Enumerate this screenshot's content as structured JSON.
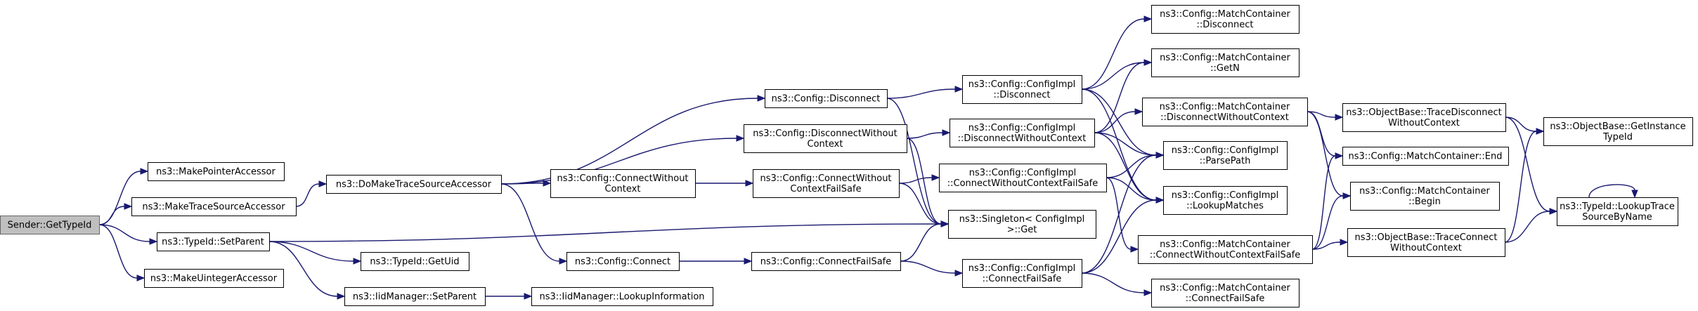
{
  "nodes": [
    {
      "id": "n0",
      "lines": [
        "Sender::GetTypeId"
      ],
      "root": true
    },
    {
      "id": "n1",
      "lines": [
        "ns3::MakePointerAccessor"
      ]
    },
    {
      "id": "n2",
      "lines": [
        "ns3::MakeTraceSourceAccessor"
      ]
    },
    {
      "id": "n3",
      "lines": [
        "ns3::TypeId::SetParent"
      ]
    },
    {
      "id": "n4",
      "lines": [
        "ns3::MakeUintegerAccessor"
      ]
    },
    {
      "id": "n5",
      "lines": [
        "ns3::DoMakeTraceSourceAccessor"
      ]
    },
    {
      "id": "n6",
      "lines": [
        "ns3::Config::ConnectWithout",
        "Context"
      ]
    },
    {
      "id": "n7",
      "lines": [
        "ns3::Config::Connect"
      ]
    },
    {
      "id": "n8",
      "lines": [
        "ns3::TypeId::GetUid"
      ]
    },
    {
      "id": "n9",
      "lines": [
        "ns3::IidManager::SetParent"
      ]
    },
    {
      "id": "n10",
      "lines": [
        "ns3::IidManager::LookupInformation"
      ]
    },
    {
      "id": "n11",
      "lines": [
        "ns3::Config::Disconnect"
      ]
    },
    {
      "id": "n12",
      "lines": [
        "ns3::Config::DisconnectWithout",
        "Context"
      ]
    },
    {
      "id": "n13",
      "lines": [
        "ns3::Config::ConnectWithout",
        "ContextFailSafe"
      ]
    },
    {
      "id": "n14",
      "lines": [
        "ns3::Config::ConnectFailSafe"
      ]
    },
    {
      "id": "n15",
      "lines": [
        "ns3::Config::ConfigImpl",
        "::Disconnect"
      ]
    },
    {
      "id": "n16",
      "lines": [
        "ns3::Config::ConfigImpl",
        "::DisconnectWithoutContext"
      ]
    },
    {
      "id": "n17",
      "lines": [
        "ns3::Config::ConfigImpl",
        "::ConnectWithoutContextFailSafe"
      ]
    },
    {
      "id": "n18",
      "lines": [
        "ns3::Singleton< ConfigImpl",
        " >::Get"
      ]
    },
    {
      "id": "n19",
      "lines": [
        "ns3::Config::ConfigImpl",
        "::ConnectFailSafe"
      ]
    },
    {
      "id": "n20",
      "lines": [
        "ns3::Config::MatchContainer",
        "::Disconnect"
      ]
    },
    {
      "id": "n21",
      "lines": [
        "ns3::Config::MatchContainer",
        "::GetN"
      ]
    },
    {
      "id": "n22",
      "lines": [
        "ns3::Config::MatchContainer",
        "::DisconnectWithoutContext"
      ]
    },
    {
      "id": "n23",
      "lines": [
        "ns3::Config::ConfigImpl",
        "::ParsePath"
      ]
    },
    {
      "id": "n24",
      "lines": [
        "ns3::Config::ConfigImpl",
        "::LookupMatches"
      ]
    },
    {
      "id": "n25",
      "lines": [
        "ns3::Config::MatchContainer",
        "::ConnectWithoutContextFailSafe"
      ]
    },
    {
      "id": "n26",
      "lines": [
        "ns3::Config::MatchContainer",
        "::ConnectFailSafe"
      ]
    },
    {
      "id": "n27",
      "lines": [
        "ns3::ObjectBase::TraceDisconnect",
        "WithoutContext"
      ]
    },
    {
      "id": "n28",
      "lines": [
        "ns3::Config::MatchContainer::End"
      ]
    },
    {
      "id": "n29",
      "lines": [
        "ns3::Config::MatchContainer",
        "::Begin"
      ]
    },
    {
      "id": "n30",
      "lines": [
        "ns3::ObjectBase::TraceConnect",
        "WithoutContext"
      ]
    },
    {
      "id": "n31",
      "lines": [
        "ns3::ObjectBase::GetInstance",
        "TypeId"
      ]
    },
    {
      "id": "n32",
      "lines": [
        "ns3::TypeId::LookupTrace",
        "SourceByName"
      ]
    }
  ],
  "edges": [
    [
      "n0",
      "n1"
    ],
    [
      "n0",
      "n2"
    ],
    [
      "n0",
      "n3"
    ],
    [
      "n0",
      "n4"
    ],
    [
      "n2",
      "n5"
    ],
    [
      "n5",
      "n11"
    ],
    [
      "n5",
      "n12"
    ],
    [
      "n5",
      "n6"
    ],
    [
      "n5",
      "n7"
    ],
    [
      "n3",
      "n18"
    ],
    [
      "n3",
      "n8"
    ],
    [
      "n3",
      "n9"
    ],
    [
      "n9",
      "n10"
    ],
    [
      "n11",
      "n15"
    ],
    [
      "n11",
      "n18"
    ],
    [
      "n12",
      "n16"
    ],
    [
      "n12",
      "n18"
    ],
    [
      "n6",
      "n13"
    ],
    [
      "n7",
      "n14"
    ],
    [
      "n13",
      "n17"
    ],
    [
      "n13",
      "n18"
    ],
    [
      "n14",
      "n18"
    ],
    [
      "n14",
      "n19"
    ],
    [
      "n15",
      "n20"
    ],
    [
      "n15",
      "n21"
    ],
    [
      "n15",
      "n23"
    ],
    [
      "n15",
      "n24"
    ],
    [
      "n16",
      "n21"
    ],
    [
      "n16",
      "n22"
    ],
    [
      "n16",
      "n23"
    ],
    [
      "n16",
      "n24"
    ],
    [
      "n17",
      "n23"
    ],
    [
      "n17",
      "n24"
    ],
    [
      "n17",
      "n25"
    ],
    [
      "n19",
      "n23"
    ],
    [
      "n19",
      "n24"
    ],
    [
      "n19",
      "n26"
    ],
    [
      "n22",
      "n27"
    ],
    [
      "n22",
      "n28"
    ],
    [
      "n22",
      "n29"
    ],
    [
      "n25",
      "n28"
    ],
    [
      "n25",
      "n29"
    ],
    [
      "n25",
      "n30"
    ],
    [
      "n27",
      "n31"
    ],
    [
      "n27",
      "n32"
    ],
    [
      "n30",
      "n31"
    ],
    [
      "n30",
      "n32"
    ],
    [
      "n32",
      "n32"
    ]
  ]
}
